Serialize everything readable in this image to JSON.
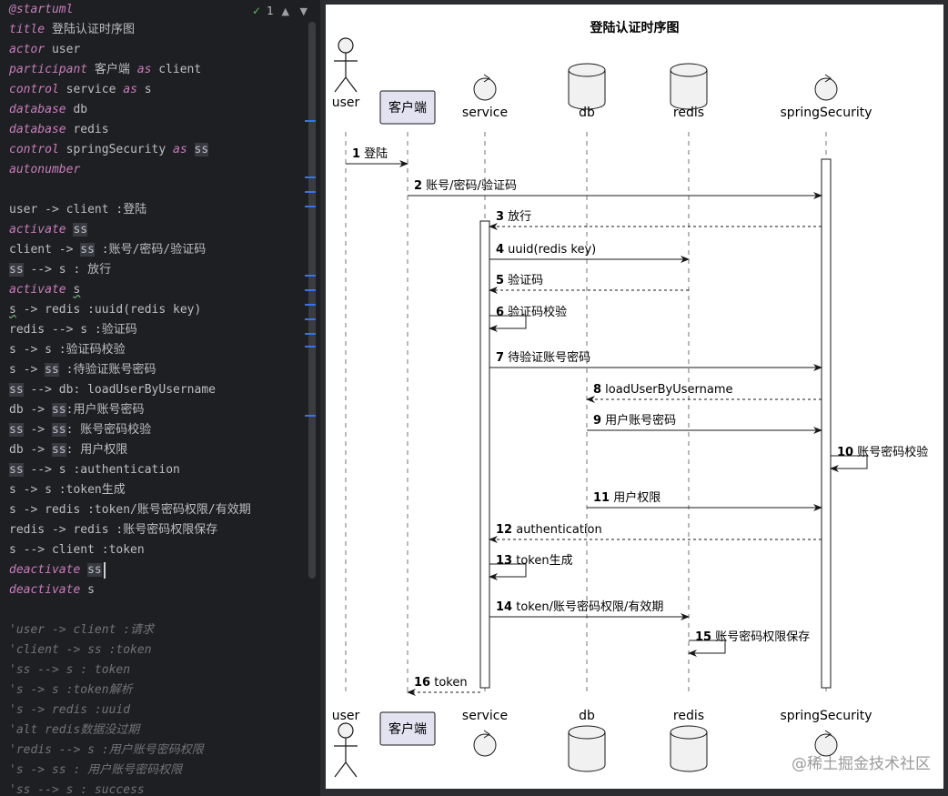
{
  "editor": {
    "inspection": {
      "count": "1"
    },
    "lines": [
      {
        "parts": [
          {
            "t": "@startuml",
            "c": "ann"
          }
        ]
      },
      {
        "parts": [
          {
            "t": "title",
            "c": "kw"
          },
          {
            "t": " 登陆认证时序图"
          }
        ]
      },
      {
        "parts": [
          {
            "t": "actor",
            "c": "kw"
          },
          {
            "t": " user"
          }
        ]
      },
      {
        "parts": [
          {
            "t": "participant",
            "c": "kw"
          },
          {
            "t": " 客户端 "
          },
          {
            "t": "as",
            "c": "kw"
          },
          {
            "t": " client"
          }
        ]
      },
      {
        "parts": [
          {
            "t": "control",
            "c": "kw"
          },
          {
            "t": " service "
          },
          {
            "t": "as",
            "c": "kw"
          },
          {
            "t": " s"
          }
        ]
      },
      {
        "parts": [
          {
            "t": "database",
            "c": "kw"
          },
          {
            "t": " db"
          }
        ]
      },
      {
        "parts": [
          {
            "t": "database",
            "c": "kw"
          },
          {
            "t": " redis"
          }
        ]
      },
      {
        "parts": [
          {
            "t": "control",
            "c": "kw"
          },
          {
            "t": " springSecurity "
          },
          {
            "t": "as",
            "c": "kw"
          },
          {
            "t": " "
          },
          {
            "t": "ss",
            "c": "hl"
          }
        ]
      },
      {
        "parts": [
          {
            "t": "autonumber",
            "c": "kw"
          }
        ]
      },
      {
        "parts": []
      },
      {
        "parts": [
          {
            "t": "user -> client :登陆"
          }
        ]
      },
      {
        "parts": [
          {
            "t": "activate",
            "c": "kw"
          },
          {
            "t": " "
          },
          {
            "t": "ss",
            "c": "hl"
          }
        ]
      },
      {
        "parts": [
          {
            "t": "client -> "
          },
          {
            "t": "ss",
            "c": "hl"
          },
          {
            "t": " :账号/密码/验证码"
          }
        ]
      },
      {
        "parts": [
          {
            "t": "ss",
            "c": "hl"
          },
          {
            "t": " --> s : 放行"
          }
        ]
      },
      {
        "parts": [
          {
            "t": "activate",
            "c": "kw"
          },
          {
            "t": " "
          },
          {
            "t": "s",
            "c": "squig"
          }
        ]
      },
      {
        "parts": [
          {
            "t": "s",
            "c": "squig"
          },
          {
            "t": " -> redis :uuid(redis key)"
          }
        ]
      },
      {
        "parts": [
          {
            "t": "redis --> s :验证码"
          }
        ]
      },
      {
        "parts": [
          {
            "t": "s -> s :验证码校验"
          }
        ]
      },
      {
        "parts": [
          {
            "t": "s -> "
          },
          {
            "t": "ss",
            "c": "hl"
          },
          {
            "t": " :待验证账号密码"
          }
        ]
      },
      {
        "parts": [
          {
            "t": "ss",
            "c": "hl"
          },
          {
            "t": " --> db: loadUserByUsername"
          }
        ]
      },
      {
        "parts": [
          {
            "t": "db -> "
          },
          {
            "t": "ss",
            "c": "hl"
          },
          {
            "t": ":用户账号密码"
          }
        ]
      },
      {
        "parts": [
          {
            "t": "ss",
            "c": "hl"
          },
          {
            "t": " -> "
          },
          {
            "t": "ss",
            "c": "hl"
          },
          {
            "t": ": 账号密码校验"
          }
        ]
      },
      {
        "parts": [
          {
            "t": "db -> "
          },
          {
            "t": "ss",
            "c": "hl"
          },
          {
            "t": ": 用户权限"
          }
        ]
      },
      {
        "parts": [
          {
            "t": "ss",
            "c": "hl"
          },
          {
            "t": " --> s :authentication"
          }
        ]
      },
      {
        "parts": [
          {
            "t": "s -> s :token生成"
          }
        ]
      },
      {
        "parts": [
          {
            "t": "s -> redis :token/账号密码权限/有效期"
          }
        ]
      },
      {
        "parts": [
          {
            "t": "redis -> redis :账号密码权限保存"
          }
        ]
      },
      {
        "parts": [
          {
            "t": "s --> client :token"
          }
        ]
      },
      {
        "parts": [
          {
            "t": "deactivate",
            "c": "kw"
          },
          {
            "t": " "
          },
          {
            "t": "ss",
            "c": "hl"
          }
        ]
      },
      {
        "parts": [
          {
            "t": "deactivate",
            "c": "kw"
          },
          {
            "t": " s"
          }
        ]
      },
      {
        "parts": []
      },
      {
        "parts": [
          {
            "t": "'user -> client :请求",
            "c": "cmt"
          }
        ]
      },
      {
        "parts": [
          {
            "t": "'client -> ss :token",
            "c": "cmt"
          }
        ]
      },
      {
        "parts": [
          {
            "t": "'ss --> s : token",
            "c": "cmt"
          }
        ]
      },
      {
        "parts": [
          {
            "t": "'s -> s :token解析",
            "c": "cmt"
          }
        ]
      },
      {
        "parts": [
          {
            "t": "'s -> redis :uuid",
            "c": "cmt"
          }
        ]
      },
      {
        "parts": [
          {
            "t": "'alt redis数据没过期",
            "c": "cmt"
          }
        ]
      },
      {
        "parts": [
          {
            "t": "'redis --> s :用户账号密码权限",
            "c": "cmt"
          }
        ]
      },
      {
        "parts": [
          {
            "t": "'s -> ss : 用户账号密码权限",
            "c": "cmt"
          }
        ]
      },
      {
        "parts": [
          {
            "t": "'ss --> s : success",
            "c": "cmt"
          }
        ]
      }
    ]
  },
  "diagram": {
    "title": "登陆认证时序图",
    "participants": [
      {
        "id": "user",
        "label": "user",
        "kind": "actor"
      },
      {
        "id": "client",
        "label": "客户端",
        "kind": "participant"
      },
      {
        "id": "s",
        "label": "service",
        "kind": "control"
      },
      {
        "id": "db",
        "label": "db",
        "kind": "database"
      },
      {
        "id": "redis",
        "label": "redis",
        "kind": "database"
      },
      {
        "id": "ss",
        "label": "springSecurity",
        "kind": "control"
      }
    ],
    "messages": [
      {
        "n": "1",
        "from": "user",
        "to": "client",
        "text": "登陆",
        "dashed": false
      },
      {
        "n": "2",
        "from": "client",
        "to": "ss",
        "text": "账号/密码/验证码",
        "dashed": false
      },
      {
        "n": "3",
        "from": "ss",
        "to": "s",
        "text": "放行",
        "dashed": true
      },
      {
        "n": "4",
        "from": "s",
        "to": "redis",
        "text": "uuid(redis key)",
        "dashed": false
      },
      {
        "n": "5",
        "from": "redis",
        "to": "s",
        "text": "验证码",
        "dashed": true
      },
      {
        "n": "6",
        "from": "s",
        "to": "s",
        "text": "验证码校验",
        "dashed": false
      },
      {
        "n": "7",
        "from": "s",
        "to": "ss",
        "text": "待验证账号密码",
        "dashed": false
      },
      {
        "n": "8",
        "from": "ss",
        "to": "db",
        "text": "loadUserByUsername",
        "dashed": true
      },
      {
        "n": "9",
        "from": "db",
        "to": "ss",
        "text": "用户账号密码",
        "dashed": false
      },
      {
        "n": "10",
        "from": "ss",
        "to": "ss",
        "text": "账号密码校验",
        "dashed": false
      },
      {
        "n": "11",
        "from": "db",
        "to": "ss",
        "text": "用户权限",
        "dashed": false
      },
      {
        "n": "12",
        "from": "ss",
        "to": "s",
        "text": "authentication",
        "dashed": true
      },
      {
        "n": "13",
        "from": "s",
        "to": "s",
        "text": "token生成",
        "dashed": false
      },
      {
        "n": "14",
        "from": "s",
        "to": "redis",
        "text": "token/账号密码权限/有效期",
        "dashed": false
      },
      {
        "n": "15",
        "from": "redis",
        "to": "redis",
        "text": "账号密码权限保存",
        "dashed": false
      },
      {
        "n": "16",
        "from": "s",
        "to": "client",
        "text": "token",
        "dashed": true
      }
    ],
    "watermark": "@稀土掘金技术社区"
  }
}
